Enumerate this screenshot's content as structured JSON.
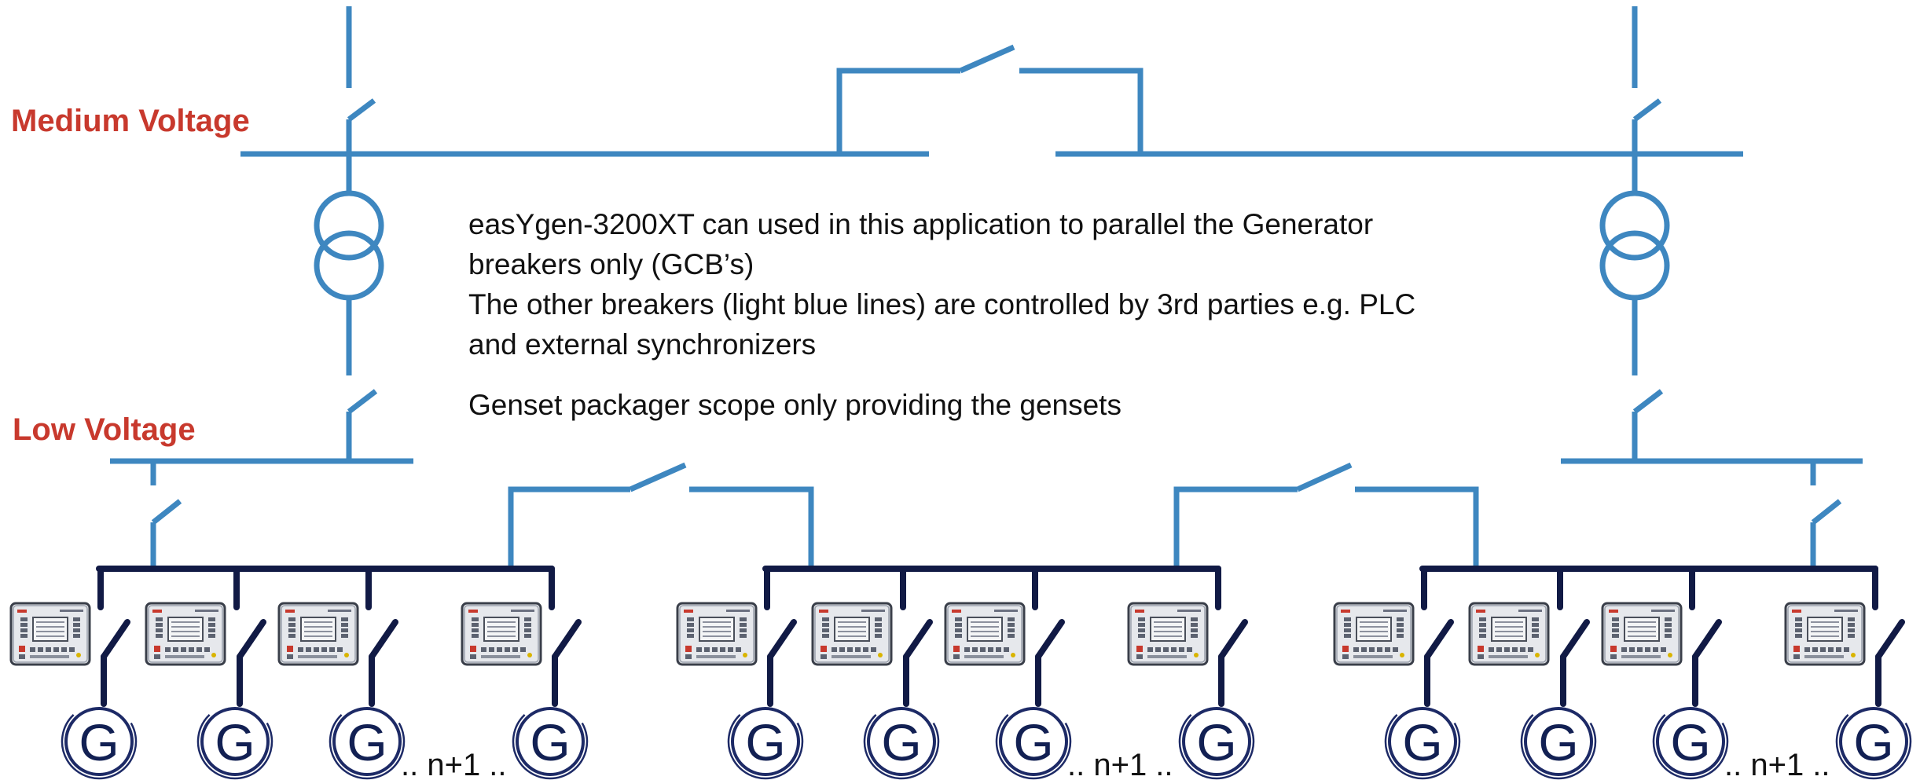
{
  "labels": {
    "medium_voltage": "Medium Voltage",
    "low_voltage": "Low Voltage"
  },
  "notes": [
    "easYgen-3200XT can used in this application to parallel the Generator",
    "breakers only (GCB’s)",
    "The other breakers (light blue lines) are controlled by 3rd parties e.g. PLC",
    "and external synchronizers",
    "Genset packager scope only providing the gensets"
  ],
  "generator_symbol": "G",
  "group_counter": ".. n+1 ..",
  "groups": [
    {
      "generators": [
        "G",
        "G",
        "G",
        "G"
      ],
      "counter": ".. n+1 .."
    },
    {
      "generators": [
        "G",
        "G",
        "G",
        "G"
      ],
      "counter": ".. n+1 .."
    },
    {
      "generators": [
        "G",
        "G",
        "G",
        "G"
      ],
      "counter": ".. n+1 .."
    }
  ],
  "colors": {
    "third_party_breaker_lines": "#3e87c0",
    "genset_bus_lines": "#111a45",
    "voltage_labels": "#c8392d"
  },
  "icons": [
    "controller-panel-icon",
    "generator-icon",
    "transformer-icon",
    "breaker-icon"
  ]
}
